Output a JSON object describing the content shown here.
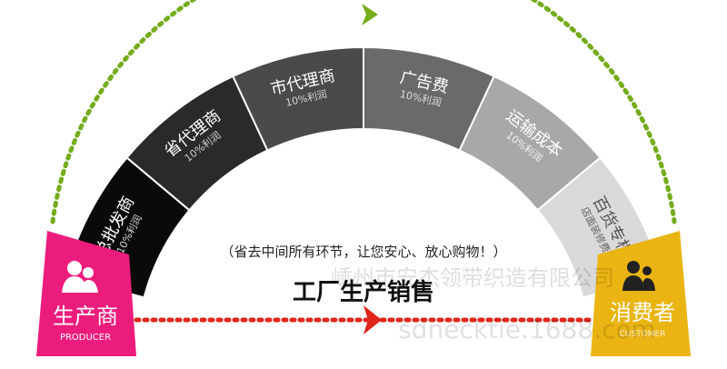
{
  "segments": [
    {
      "name": "总批发商",
      "sub": "10%利润",
      "color": "#0a0a0a",
      "text_color": "#ffffff",
      "sub_color": "#d8d8d8"
    },
    {
      "name": "省代理商",
      "sub": "10%利润",
      "color": "#2a2a2a",
      "text_color": "#ffffff",
      "sub_color": "#cfcfcf"
    },
    {
      "name": "市代理商",
      "sub": "10%利润",
      "color": "#4a4a4a",
      "text_color": "#ffffff",
      "sub_color": "#d4d4d4"
    },
    {
      "name": "广告费",
      "sub": "10%利润",
      "color": "#6a6a6a",
      "text_color": "#ffffff",
      "sub_color": "#dcdcdc"
    },
    {
      "name": "运输成本",
      "sub": "10%利润",
      "color": "#a8a8a8",
      "text_color": "#ffffff",
      "sub_color": "#f0f0f0"
    },
    {
      "name": "百货专柜",
      "sub": "店面装修费用",
      "color": "#d9d9d9",
      "text_color": "#555555",
      "sub_color": "#666666"
    }
  ],
  "producer": {
    "title": "生产商",
    "subtitle": "PRODUCER",
    "color": "#ec1c7d",
    "icon": "people-icon"
  },
  "consumer": {
    "title": "消费者",
    "subtitle": "CUSTOMER",
    "color": "#eab512",
    "icon": "people-icon"
  },
  "center_note": "（省去中间所有环节，让您安心、放心购物！）",
  "center_title": "工厂生产销售",
  "arrow_colors": {
    "top": "#74ac1c",
    "bottom": "#e0251b"
  },
  "watermark": "嵊州市安杰领带织造有限公司 sdnecktie.1688.com"
}
